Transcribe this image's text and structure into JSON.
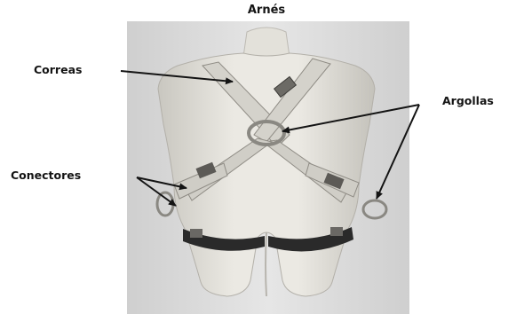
{
  "figure": {
    "title": "Arnés"
  },
  "labels": {
    "correas": "Correas",
    "argollas": "Argollas",
    "conectores": "Conectores"
  },
  "colors": {
    "background": "#ffffff",
    "photo_background": "#d9d9d9",
    "mannequin": "#e6e4dd",
    "strap": "#cfcdc6",
    "dark_band": "#2a2a2a",
    "text": "#141414"
  }
}
